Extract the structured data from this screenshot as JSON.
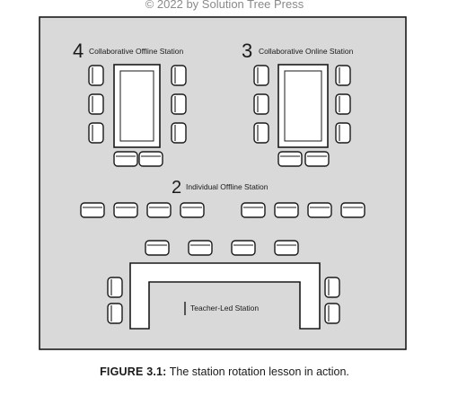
{
  "copyright": "© 2022 by Solution Tree Press",
  "stations": {
    "s4": {
      "number": "4",
      "label": "Collaborative Offline Station"
    },
    "s3": {
      "number": "3",
      "label": "Collaborative Online Station"
    },
    "s2": {
      "number": "2",
      "label": "Individual Offline Station"
    },
    "s1": {
      "label": "Teacher-Led Station"
    }
  },
  "caption": {
    "figure": "FIGURE 3.1:",
    "text": " The station rotation lesson in action."
  },
  "colors": {
    "floor": "#d9d9d9",
    "line": "#1a1a1a",
    "furniture": "#ffffff"
  }
}
